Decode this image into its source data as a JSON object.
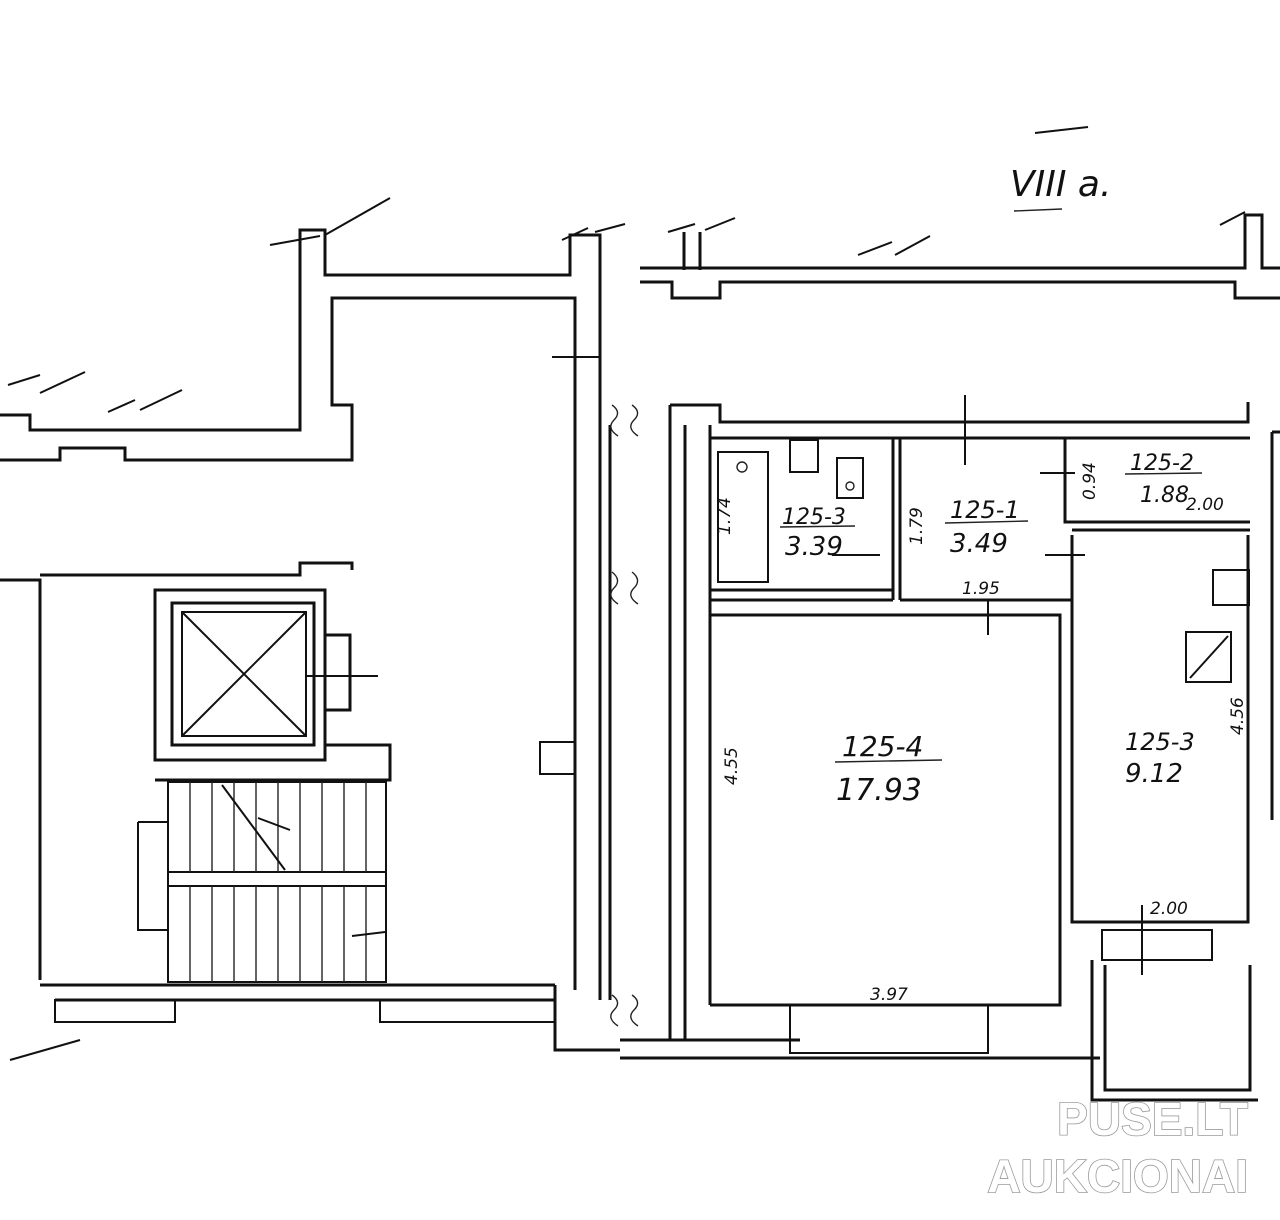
{
  "floor_label": "VIII a.",
  "rooms": [
    {
      "id": "125-3",
      "area": "3.39"
    },
    {
      "id": "125-1",
      "area": "3.49"
    },
    {
      "id": "125-2",
      "area": "1.88"
    },
    {
      "id": "125-4",
      "area": "17.93"
    },
    {
      "id": "125-3",
      "area": "9.12"
    }
  ],
  "dimensions": {
    "bath_width": "1.74",
    "bath_height": "1.79",
    "hall_width": "1.95",
    "closet_height": "0.94",
    "closet_width": "2.00",
    "living_height": "4.55",
    "living_width": "3.97",
    "kitchen_height": "4.56",
    "kitchen_width": "2.00"
  },
  "watermark": {
    "line1": "PUSE.LT",
    "line2": "AUKCIONAI"
  }
}
